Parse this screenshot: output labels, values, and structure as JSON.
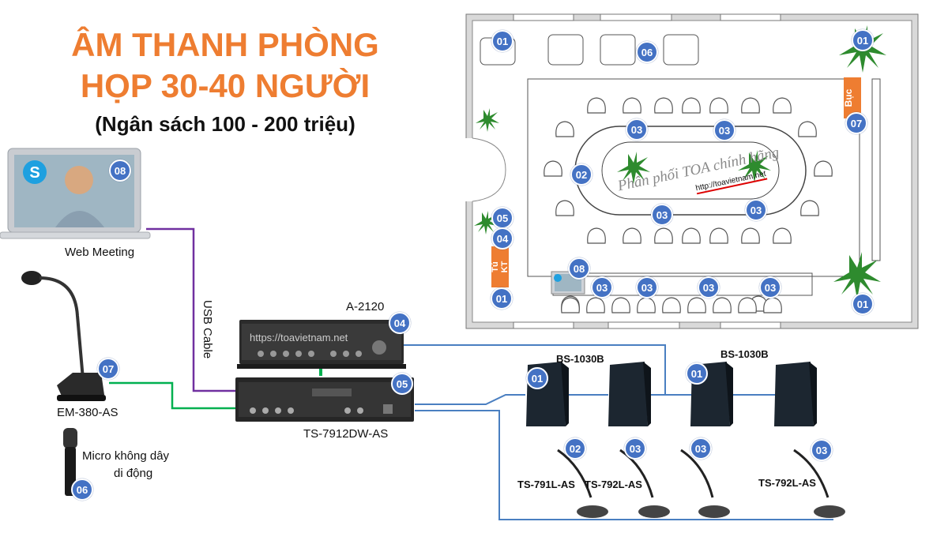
{
  "header": {
    "title_line1": "ÂM THANH PHÒNG",
    "title_line2": "HỌP 30-40 NGƯỜI",
    "subtitle": "(Ngân sách 100 - 200 triệu)"
  },
  "devices": {
    "laptop_label": "Web Meeting",
    "usb_label": "USB Cable",
    "gooseneck_mic_label": "EM-380-AS",
    "wireless_mic_label_line1": "Micro không dây",
    "wireless_mic_label_line2": "di động",
    "amp_label": "A-2120",
    "amp_watermark": "https://toavietnam.net",
    "mixer_label": "TS-7912DW-AS",
    "speaker_label_1": "BS-1030B",
    "speaker_label_2": "BS-1030B",
    "conf_mic_label_1": "TS-791L-AS",
    "conf_mic_label_2": "TS-792L-AS",
    "conf_mic_label_3": "TS-792L-AS"
  },
  "badges": {
    "laptop": "08",
    "gooseneck": "07",
    "wireless": "06",
    "amp": "04",
    "mixer": "05",
    "speaker1": "01",
    "speaker2": "01",
    "confmic1": "02",
    "confmic2": "03",
    "confmic3": "03",
    "confmic4": "03"
  },
  "floorplan": {
    "label_podium": "Bục",
    "label_cabinet": "Tủ KT",
    "watermark_text": "Phân phối TOA chính hãng",
    "watermark_url": "http://toavietnam.net",
    "badges": [
      {
        "id": "fp01a",
        "text": "01"
      },
      {
        "id": "fp06",
        "text": "06"
      },
      {
        "id": "fp01b",
        "text": "01"
      },
      {
        "id": "fp07",
        "text": "07"
      },
      {
        "id": "fp03a",
        "text": "03"
      },
      {
        "id": "fp03b",
        "text": "03"
      },
      {
        "id": "fp02",
        "text": "02"
      },
      {
        "id": "fp03c",
        "text": "03"
      },
      {
        "id": "fp03d",
        "text": "03"
      },
      {
        "id": "fp05",
        "text": "05"
      },
      {
        "id": "fp04",
        "text": "04"
      },
      {
        "id": "fp01c",
        "text": "01"
      },
      {
        "id": "fp08",
        "text": "08"
      },
      {
        "id": "fp03e",
        "text": "03"
      },
      {
        "id": "fp03f",
        "text": "03"
      },
      {
        "id": "fp03g",
        "text": "03"
      },
      {
        "id": "fp03h",
        "text": "03"
      },
      {
        "id": "fp01d",
        "text": "01"
      }
    ]
  },
  "colors": {
    "title": "#ee7d31",
    "badge": "#4472c4",
    "usb_wire": "#7030a0",
    "mic_wire": "#00b050",
    "speaker_wire": "#4a7fc1",
    "label_box": "#ee7d31"
  }
}
